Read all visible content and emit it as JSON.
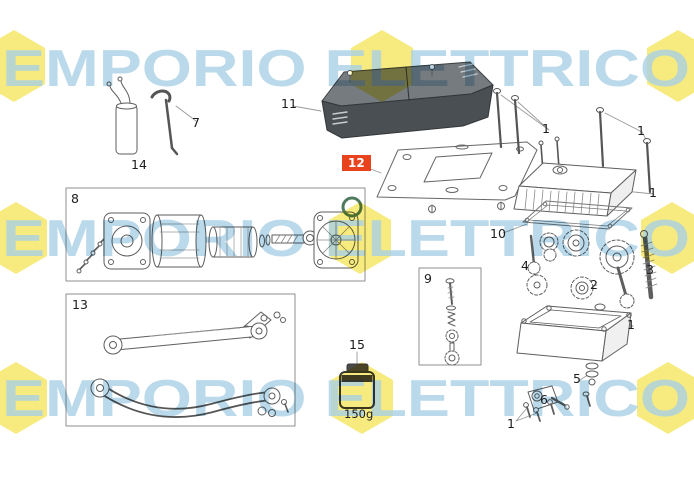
{
  "watermark": {
    "text": "EMPORIO ELETTRICO",
    "text_color": "#a9cfe5",
    "hexagon_color": "#f2de2a"
  },
  "diagram": {
    "highlight_color": "#e8431c",
    "grease_weight_label": "150g",
    "callouts": [
      {
        "label": "7"
      },
      {
        "label": "14"
      },
      {
        "label": "11"
      },
      {
        "label": "12",
        "highlighted": true
      },
      {
        "label": "1"
      },
      {
        "label": "1"
      },
      {
        "label": "1"
      },
      {
        "label": "10"
      },
      {
        "label": "4"
      },
      {
        "label": "2"
      },
      {
        "label": "3"
      },
      {
        "label": "1"
      },
      {
        "label": "8"
      },
      {
        "label": "9"
      },
      {
        "label": "13"
      },
      {
        "label": "15"
      },
      {
        "label": "5"
      },
      {
        "label": "6"
      },
      {
        "label": "1"
      }
    ]
  }
}
